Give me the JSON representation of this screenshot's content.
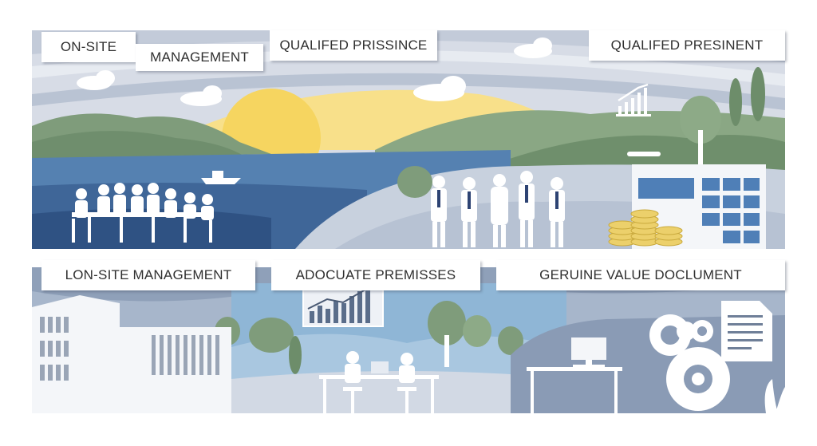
{
  "top_panel": {
    "labels": {
      "on_site": "ON-SITE",
      "management": "MANAGEMENT",
      "qualified_prissince": "QUALIFED PRISSINCE",
      "qualified_presinent": "QUALIFED PRESINENT"
    }
  },
  "bottom_panel": {
    "labels": {
      "lon_site_management": "LON-SITE MANAGEMENT",
      "adocuate_premisses": "ADOCUATE PREMISSES",
      "geruine_value_doclument": "GERUINE VALUE DOCLUMENT"
    }
  },
  "icons": [
    "sun-icon",
    "cloud-icon",
    "boat-icon",
    "growth-chart-icon",
    "coin-stack-icon",
    "office-building-icon",
    "bar-chart-icon",
    "gear-icon",
    "document-icon",
    "computer-icon",
    "tree-icon"
  ],
  "colors": {
    "sky": "#d8dde6",
    "sun": "#f6d873",
    "water": "#4f79ab",
    "hills": "#7c9a78",
    "ground": "#c9d2df",
    "figures": "#ffffff",
    "coins": "#e9cf6a",
    "bottom_sky": "#8fb3d2"
  }
}
